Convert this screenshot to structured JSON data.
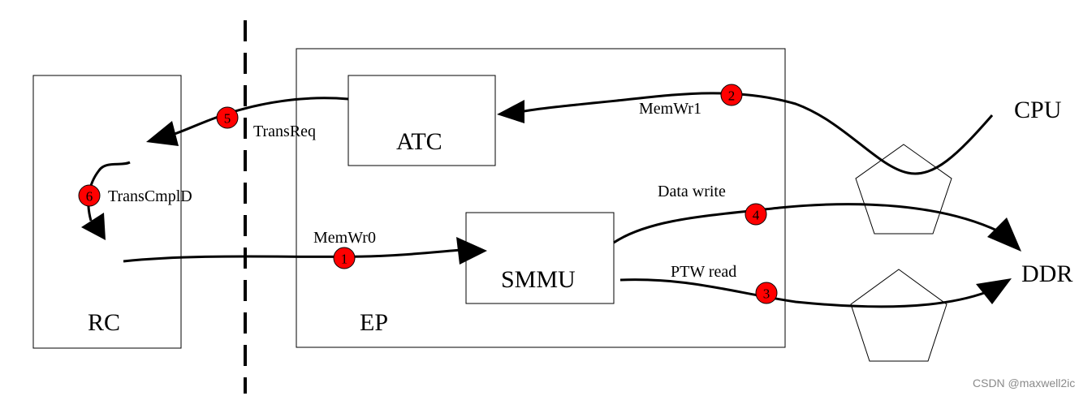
{
  "boxes": {
    "rc": "RC",
    "ep": "EP",
    "atc": "ATC",
    "smmu": "SMMU"
  },
  "endpoints": {
    "cpu": "CPU",
    "ddr": "DDR"
  },
  "edges": {
    "memwr0": "MemWr0",
    "memwr1": "MemWr1",
    "ptw_read": "PTW read",
    "data_write": "Data write",
    "transreq": "TransReq",
    "transcmpld": "TransCmplD"
  },
  "steps": [
    "1",
    "2",
    "3",
    "4",
    "5",
    "6"
  ],
  "colors": {
    "step_marker": "#ff0000",
    "line": "#000000"
  },
  "watermark": "CSDN @maxwell2ic"
}
